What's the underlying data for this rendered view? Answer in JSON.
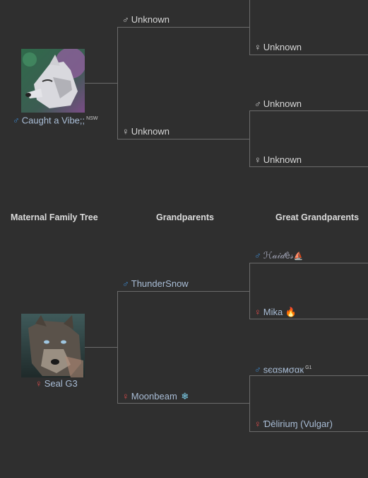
{
  "paternal": {
    "subject": {
      "name": "Caught a Vibe;;",
      "badge": "NSW"
    },
    "grandparents": [
      {
        "name": "Unknown"
      },
      {
        "name": "Unknown"
      }
    ],
    "great_grandparents": [
      {
        "name": "Unknown"
      },
      {
        "name": "Unknown"
      },
      {
        "name": "Unknown"
      },
      {
        "name": "Unknown"
      }
    ]
  },
  "maternal": {
    "headers": {
      "tree": "Maternal Family Tree",
      "grandparents": "Grandparents",
      "great_grandparents": "Great Grandparents"
    },
    "subject": {
      "name": "Seal G3"
    },
    "grandparents": [
      {
        "name": "ThunderSnow"
      },
      {
        "name": "Moonbeam",
        "emoji": "❄"
      }
    ],
    "great_grandparents": [
      {
        "name": "ℋ𝒶𝒾𝒹ê𝓈",
        "emoji": "⛵"
      },
      {
        "name": "Mika",
        "emoji": "🔥"
      },
      {
        "name": "sєαѕмσαк",
        "badge": "G1"
      },
      {
        "name": "Ɗēliriuɱ (Vulgar)"
      }
    ]
  },
  "symbols": {
    "male": "♂",
    "female": "♀"
  },
  "colors": {
    "background": "#2f2f2f",
    "male": "#3d8bd3",
    "female": "#d94b4b",
    "link": "#a9bdd6",
    "line": "#6b6b6b"
  }
}
